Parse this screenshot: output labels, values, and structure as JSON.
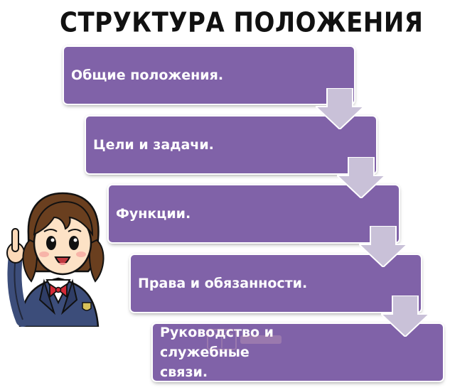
{
  "title": "СТРУКТУРА ПОЛОЖЕНИЯ",
  "steps": [
    {
      "label": "Общие положения."
    },
    {
      "label": "Цели и задачи."
    },
    {
      "label": "Функции."
    },
    {
      "label": "Права и обязанности."
    },
    {
      "label": "Руководство и служебные связи."
    }
  ],
  "colors": {
    "box_fill": "#8062a8",
    "arrow_fill": "#c9c1d8",
    "text": "#ffffff",
    "title": "#111111"
  },
  "icons": {
    "illustration": "schoolgirl-pointing-icon",
    "arrows": "chevron-down-arrow-icon"
  }
}
